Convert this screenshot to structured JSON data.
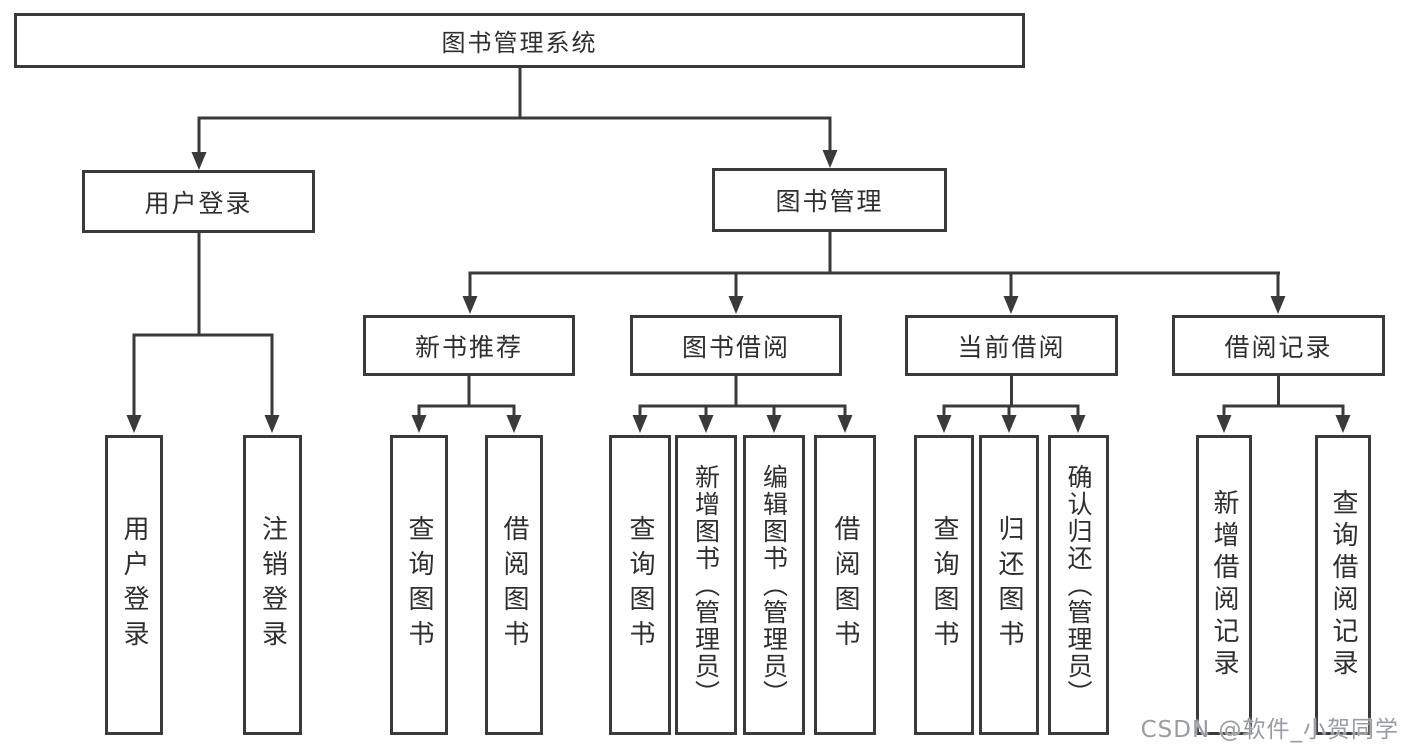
{
  "tree": {
    "label": "图书管理系统",
    "children": [
      {
        "label": "用户登录",
        "children": [
          {
            "label": "用户登录"
          },
          {
            "label": "注销登录"
          }
        ]
      },
      {
        "label": "图书管理",
        "children": [
          {
            "label": "新书推荐",
            "children": [
              {
                "label": "查询图书"
              },
              {
                "label": "借阅图书"
              }
            ]
          },
          {
            "label": "图书借阅",
            "children": [
              {
                "label": "查询图书"
              },
              {
                "label": "新增图书（管理员）"
              },
              {
                "label": "编辑图书（管理员）"
              },
              {
                "label": "借阅图书"
              }
            ]
          },
          {
            "label": "当前借阅",
            "children": [
              {
                "label": "查询图书"
              },
              {
                "label": "归还图书"
              },
              {
                "label": "确认归还（管理员）"
              }
            ]
          },
          {
            "label": "借阅记录",
            "children": [
              {
                "label": "新增借阅记录"
              },
              {
                "label": "查询借阅记录"
              }
            ]
          }
        ]
      }
    ]
  },
  "colors": {
    "line": "#3a3a3a",
    "text": "#2f2f2f",
    "watermark": "#94989e"
  },
  "watermark": {
    "text": "CSDN @软件_小贺同学"
  }
}
